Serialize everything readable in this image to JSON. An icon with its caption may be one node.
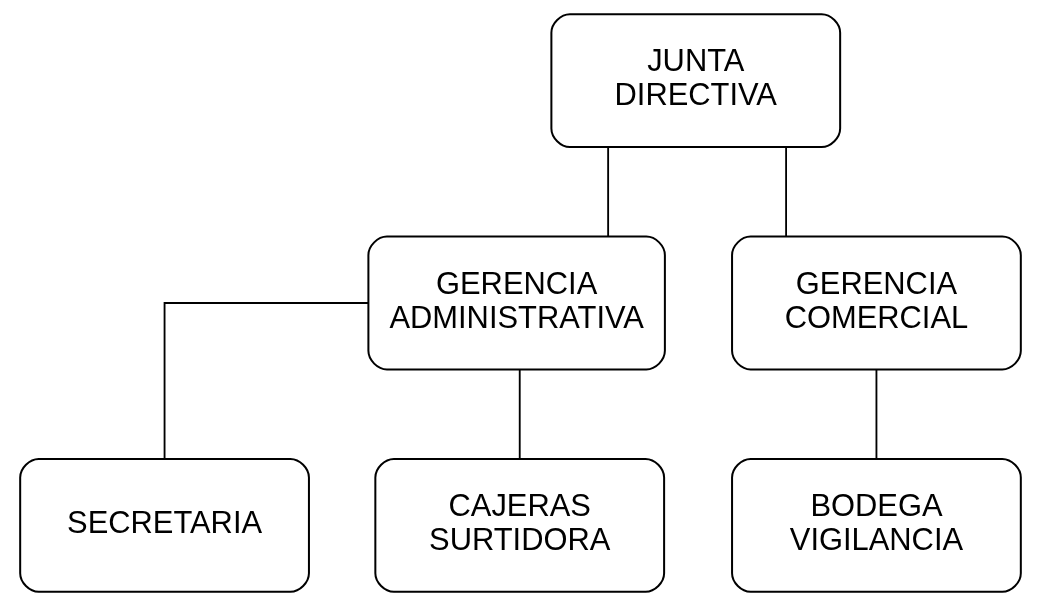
{
  "diagram": {
    "nodes": [
      {
        "text": [
          "JUNTA DIRECTIVA"
        ]
      },
      {
        "text": [
          "GERENCIA ADMINISTRATIVA"
        ]
      },
      {
        "text": [
          "GERENCIA COMERCIAL"
        ]
      },
      {
        "text": [
          "SECRETARIA"
        ]
      },
      {
        "text": [
          "CAJERAS SURTIDORA"
        ]
      },
      {
        "text": [
          "BODEGA VIGILANCIA"
        ]
      }
    ],
    "edges": [
      {
        "from": 0,
        "to": 1,
        "arrow": "none"
      },
      {
        "from": 0,
        "to": 2,
        "arrow": "none"
      },
      {
        "from": 1,
        "to": 3,
        "arrow": "none"
      },
      {
        "from": 1,
        "to": 4,
        "arrow": "none"
      },
      {
        "from": 2,
        "to": 5,
        "arrow": "none"
      }
    ]
  }
}
